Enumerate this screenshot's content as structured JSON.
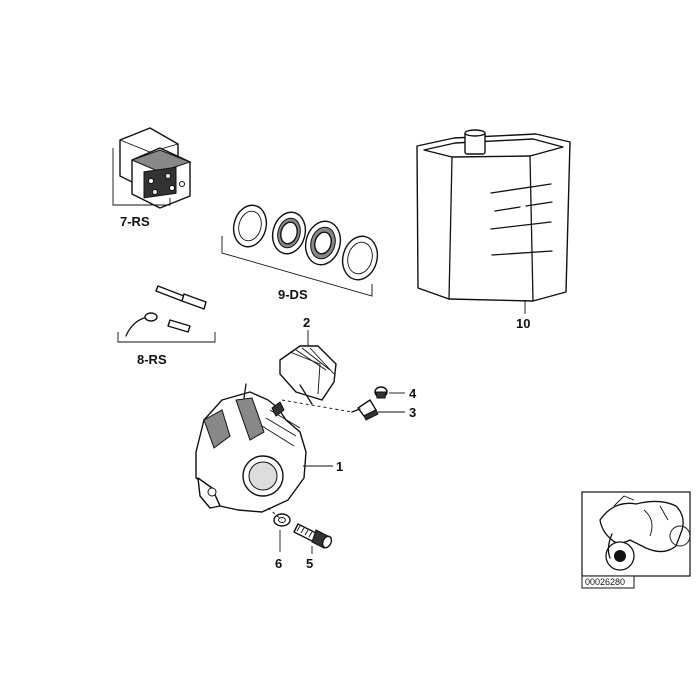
{
  "diagram": {
    "labels": {
      "part_1": "1",
      "part_2": "2",
      "part_3": "3",
      "part_4": "4",
      "part_5": "5",
      "part_6": "6",
      "kit_7": "7-RS",
      "kit_8": "8-RS",
      "kit_9": "9-DS",
      "part_10": "10"
    },
    "reference_number": "00026280"
  }
}
